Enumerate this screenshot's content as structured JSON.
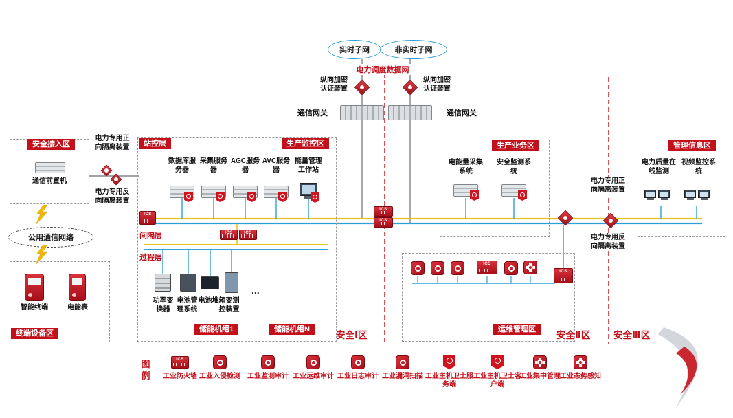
{
  "top": {
    "realtime": "实时子网",
    "non_realtime": "非实时子网",
    "dispatch_net": "电力调度数据网",
    "vpn_left": "纵向加密认证装置",
    "vpn_right": "纵向加密认证装置",
    "gateway_left": "通信网关",
    "gateway_right": "通信网关"
  },
  "left_zone": {
    "secure_access_title": "安全接入区",
    "front_machine": "通信前置机",
    "forward_isolation": "电力专用正向隔离装置",
    "reverse_isolation": "电力专用反向隔离装置",
    "public_network": "公用通信网络",
    "smart_terminal": "智能终端",
    "energy_meter": "电能表",
    "terminal_title": "终端设备区"
  },
  "station": {
    "layer_station": "站控层",
    "zone_label": "生产监控区",
    "servers": [
      "数据库服务器",
      "采集服务器",
      "AGC服务器",
      "AVC服务器",
      "能量管理工作站"
    ],
    "layer_bay": "间隔层",
    "layer_process": "过程层",
    "devices": [
      "功率变换器",
      "电池管理系统",
      "电池堆",
      "箱变测控装置"
    ],
    "unit1": "储能机组1",
    "unitN": "储能机组N",
    "ellipsis": "..."
  },
  "production": {
    "title": "生产业务区",
    "systems": [
      "电能量采集系统",
      "安全监测系统"
    ]
  },
  "ops": {
    "title": "运维管理区"
  },
  "mgmt": {
    "title": "管理信息区",
    "systems": [
      "电力质量在线监测",
      "视频监控系统"
    ]
  },
  "right_isolation": {
    "forward": "电力专用正向隔离装置",
    "reverse": "电力专用反向隔离装置"
  },
  "security_zones": {
    "zone1": "安全Ⅰ区",
    "zone2": "安全Ⅱ区",
    "zone3": "安全Ⅲ区"
  },
  "legend": {
    "title": "图例",
    "items": [
      "工业防火墙",
      "工业入侵检测",
      "工业监测审计",
      "工业运维审计",
      "工业日志审计",
      "工业漏洞扫描",
      "工业主机卫士服务端",
      "工业主机卫士客户端",
      "工业集中管理",
      "工业态势感知"
    ]
  },
  "icons": {
    "ics": "ICS"
  },
  "colors": {
    "accent_red": "#c3111c",
    "bus_yellow": "#e7c31e",
    "bus_blue": "#2f9fd8",
    "ellipse_blue": "#2b9cd8"
  }
}
